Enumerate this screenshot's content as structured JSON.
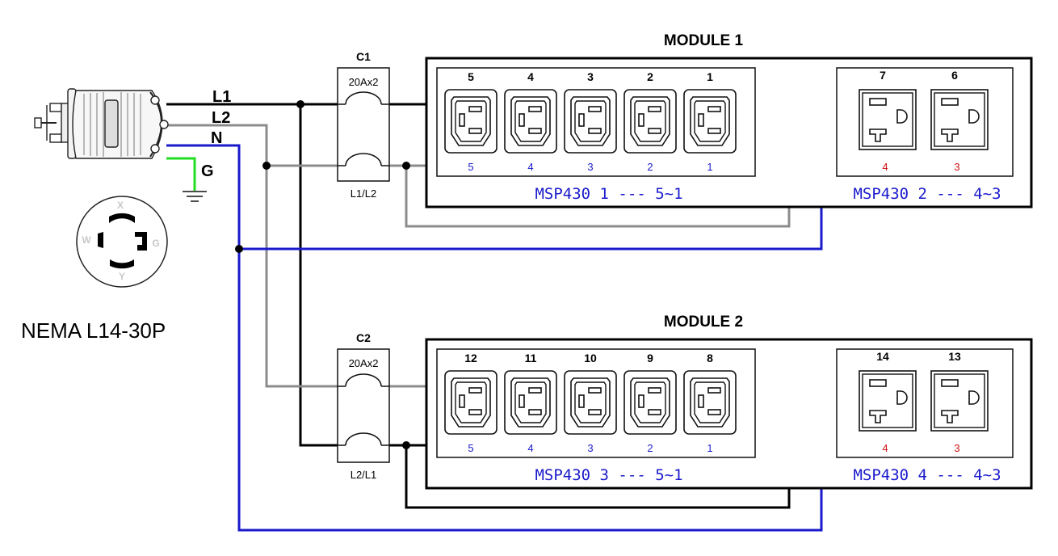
{
  "colors": {
    "black": "#000000",
    "gray": "#8c8c8c",
    "blue": "#1a1acc",
    "green": "#22dd22",
    "red": "#cc1111",
    "outline": "#111111"
  },
  "plug": {
    "title": "NEMA L14-30P",
    "wire_labels": {
      "l1": "L1",
      "l2": "L2",
      "n": "N",
      "g": "G"
    },
    "face_pins": {
      "x": "X",
      "w": "W",
      "g": "G",
      "y": "Y"
    }
  },
  "breakers": [
    {
      "id": "C1",
      "rating": "20Ax2",
      "phase": "L1/L2"
    },
    {
      "id": "C2",
      "rating": "20Ax2",
      "phase": "L2/L1"
    }
  ],
  "modules": [
    {
      "title": "MODULE 1",
      "group_a": {
        "outlet_numbers": [
          "5",
          "4",
          "3",
          "2",
          "1"
        ],
        "channels": [
          "5",
          "4",
          "3",
          "2",
          "1"
        ],
        "label": "MSP430 1 --- 5~1"
      },
      "group_b": {
        "outlet_numbers": [
          "7",
          "6"
        ],
        "channels": [
          "4",
          "3"
        ],
        "label": "MSP430 2 --- 4~3"
      }
    },
    {
      "title": "MODULE 2",
      "group_a": {
        "outlet_numbers": [
          "12",
          "11",
          "10",
          "9",
          "8"
        ],
        "channels": [
          "5",
          "4",
          "3",
          "2",
          "1"
        ],
        "label": "MSP430 3 --- 5~1"
      },
      "group_b": {
        "outlet_numbers": [
          "14",
          "13"
        ],
        "channels": [
          "4",
          "3"
        ],
        "label": "MSP430 4 --- 4~3"
      }
    }
  ]
}
